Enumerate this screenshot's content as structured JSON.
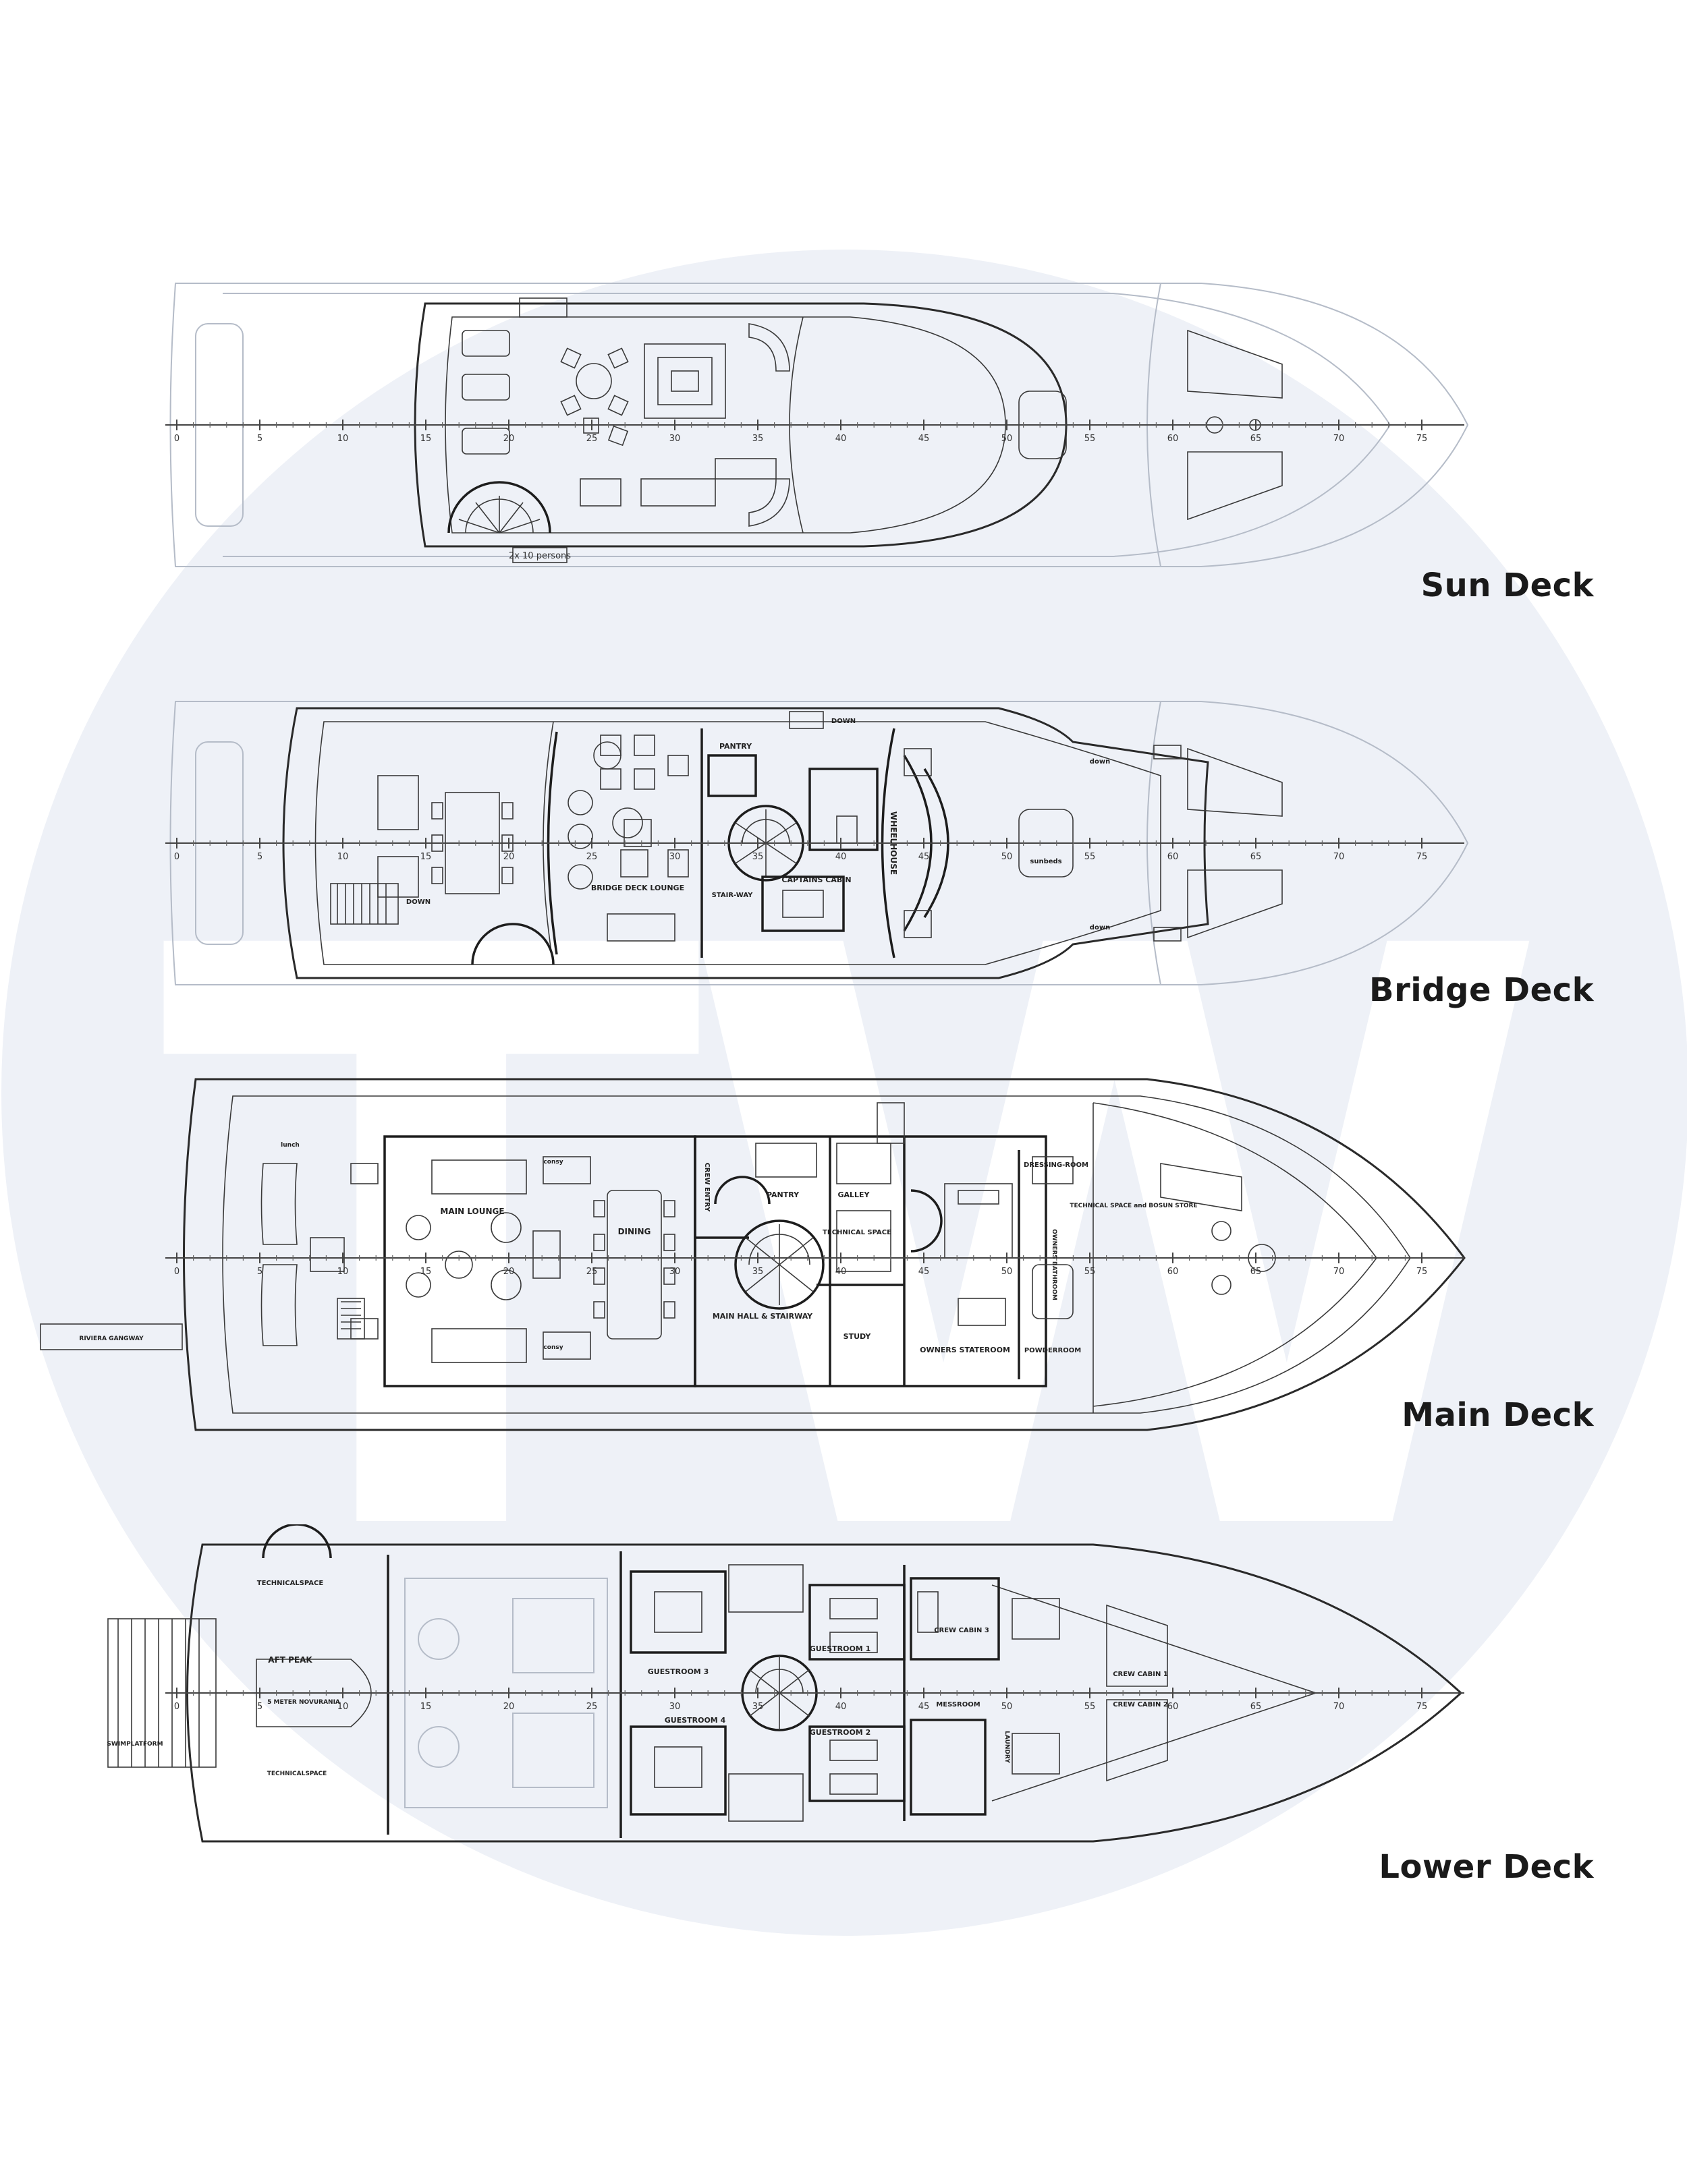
{
  "watermark": {
    "letters": "TW",
    "circle_color": "#eef1f7",
    "letter_color": "#ffffff"
  },
  "scale_marks": [
    "0",
    "5",
    "10",
    "15",
    "20",
    "25",
    "30",
    "35",
    "40",
    "45",
    "50",
    "55",
    "60",
    "65",
    "70",
    "75"
  ],
  "decks": {
    "sun": {
      "title": "Sun Deck",
      "rooms": {
        "capacity": "2x 10 persons"
      }
    },
    "bridge": {
      "title": "Bridge Deck",
      "rooms": {
        "pantry": "PANTRY",
        "wheelhouse": "WHEELHOUSE",
        "lounge": "BRIDGE DECK LOUNGE",
        "stairway": "STAIR-WAY",
        "captain": "CAPTAINS CABIN",
        "down1": "DOWN",
        "down2": "DOWN",
        "down3": "down",
        "down4": "down",
        "sunbeds": "sunbeds"
      }
    },
    "main": {
      "title": "Main Deck",
      "rooms": {
        "lounge": "MAIN LOUNGE",
        "dining": "DINING",
        "crew_entry": "CREW ENTRY",
        "pantry": "PANTRY",
        "galley": "GALLEY",
        "technical": "TECHNICAL SPACE",
        "hall": "MAIN HALL & STAIRWAY",
        "study": "STUDY",
        "owners": "OWNERS STATEROOM",
        "owners_bath": "OWNERS BATHROOM",
        "dressing": "DRESSING-ROOM",
        "powder": "POWDERROOM",
        "bosun": "TECHNICAL SPACE and BOSUN STORE",
        "gangway": "RIVIERA GANGWAY",
        "dumb": "lunch",
        "console1": "consy",
        "console2": "consy"
      }
    },
    "lower": {
      "title": "Lower Deck",
      "rooms": {
        "tech1": "TECHNICALSPACE",
        "aft_peak": "AFT PEAK",
        "tender": "5 METER NOVURANIA",
        "swim": "SWIMPLATFORM",
        "tech2": "TECHNICALSPACE",
        "guest1": "GUESTROOM 1",
        "guest2": "GUESTROOM 2",
        "guest3": "GUESTROOM 3",
        "guest4": "GUESTROOM 4",
        "crew1": "CREW CABIN 1",
        "crew2": "CREW CABIN 2",
        "crew3": "CREW CABIN 3",
        "mess": "MESSROOM",
        "laundry": "LAUNDRY"
      }
    }
  }
}
